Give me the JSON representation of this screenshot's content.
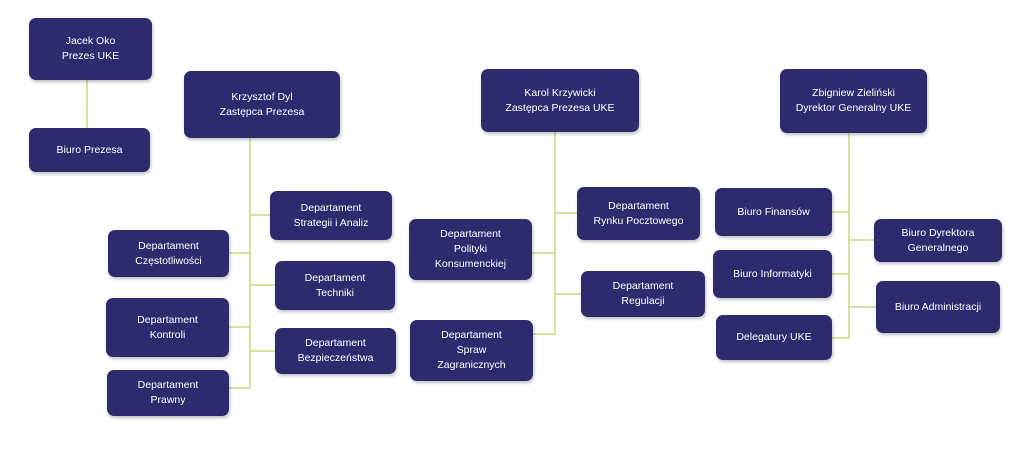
{
  "colors": {
    "box": "#2e2a6e",
    "line": "#c4dc7e",
    "text": "#ffffff",
    "background": "#ffffff"
  },
  "nodes": {
    "prezes": "Jacek Oko\nPrezes UKE",
    "biuro_prezesa": "Biuro Prezesa",
    "dyl": "Krzysztof Dyl\nZastępca Prezesa",
    "dep_strategii": "Departament\nStrategii i Analiz",
    "dep_czestotliwosci": "Departament\nCzęstotliwości",
    "dep_techniki": "Departament\nTechniki",
    "dep_kontroli": "Departament\nKontroli",
    "dep_bezpieczenstwa": "Departament\nBezpieczeństwa",
    "dep_prawny": "Departament\nPrawny",
    "krzywicki": "Karol Krzywicki\nZastępca Prezesa UKE",
    "dep_rynku_pocztowego": "Departament\nRynku Pocztowego",
    "dep_polityki": "Departament\nPolityki\nKonsumenckiej",
    "dep_regulacji": "Departament\nRegulacji",
    "dep_spraw_zagranicznych": "Departament\nSpraw\nZagranicznych",
    "zielinski": "Zbigniew Zieliński\nDyrektor Generalny UKE",
    "biuro_finansow": "Biuro Finansów",
    "biuro_dyrektora": "Biuro Dyrektora\nGeneralnego",
    "biuro_informatyki": "Biuro Informatyki",
    "biuro_administracji": "Biuro Administracji",
    "delegatury": "Delegatury UKE"
  }
}
